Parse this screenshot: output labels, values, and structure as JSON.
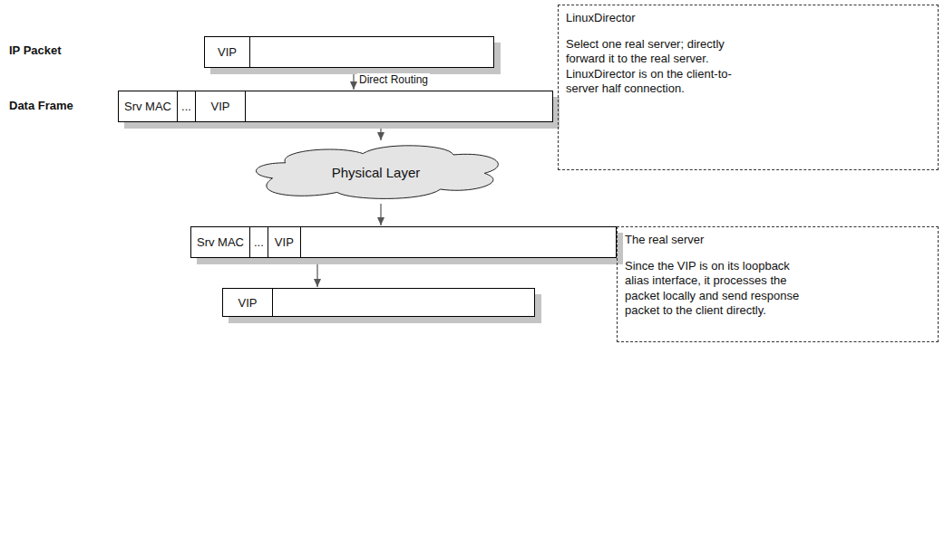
{
  "diagram": {
    "nodes": [
      {
        "text": [
          "VIP"
        ]
      },
      {
        "text": [
          "Srv MAC",
          "...",
          "VIP"
        ]
      },
      {
        "text": [
          "Physical Layer"
        ]
      },
      {
        "text": [
          "Srv MAC",
          "...",
          "VIP"
        ]
      },
      {
        "text": [
          "VIP"
        ]
      },
      {
        "text": [
          "LinuxDirector",
          "Select one real server; directly forward it to the real server. LinuxDirector is on the client-to-server half connection."
        ]
      },
      {
        "text": [
          "The real server",
          "Since the VIP is on its loopback alias interface, it processes the packet locally and send response packet to the client directly."
        ]
      }
    ],
    "edges": [
      {
        "from": 0,
        "to": 1,
        "arrow": "to",
        "label": "Direct Routing"
      },
      {
        "from": 1,
        "to": 2,
        "arrow": "to"
      },
      {
        "from": 2,
        "to": 3,
        "arrow": "to"
      },
      {
        "from": 3,
        "to": 4,
        "arrow": "to"
      }
    ],
    "labels": [
      "IP Packet",
      "Data Frame"
    ]
  }
}
